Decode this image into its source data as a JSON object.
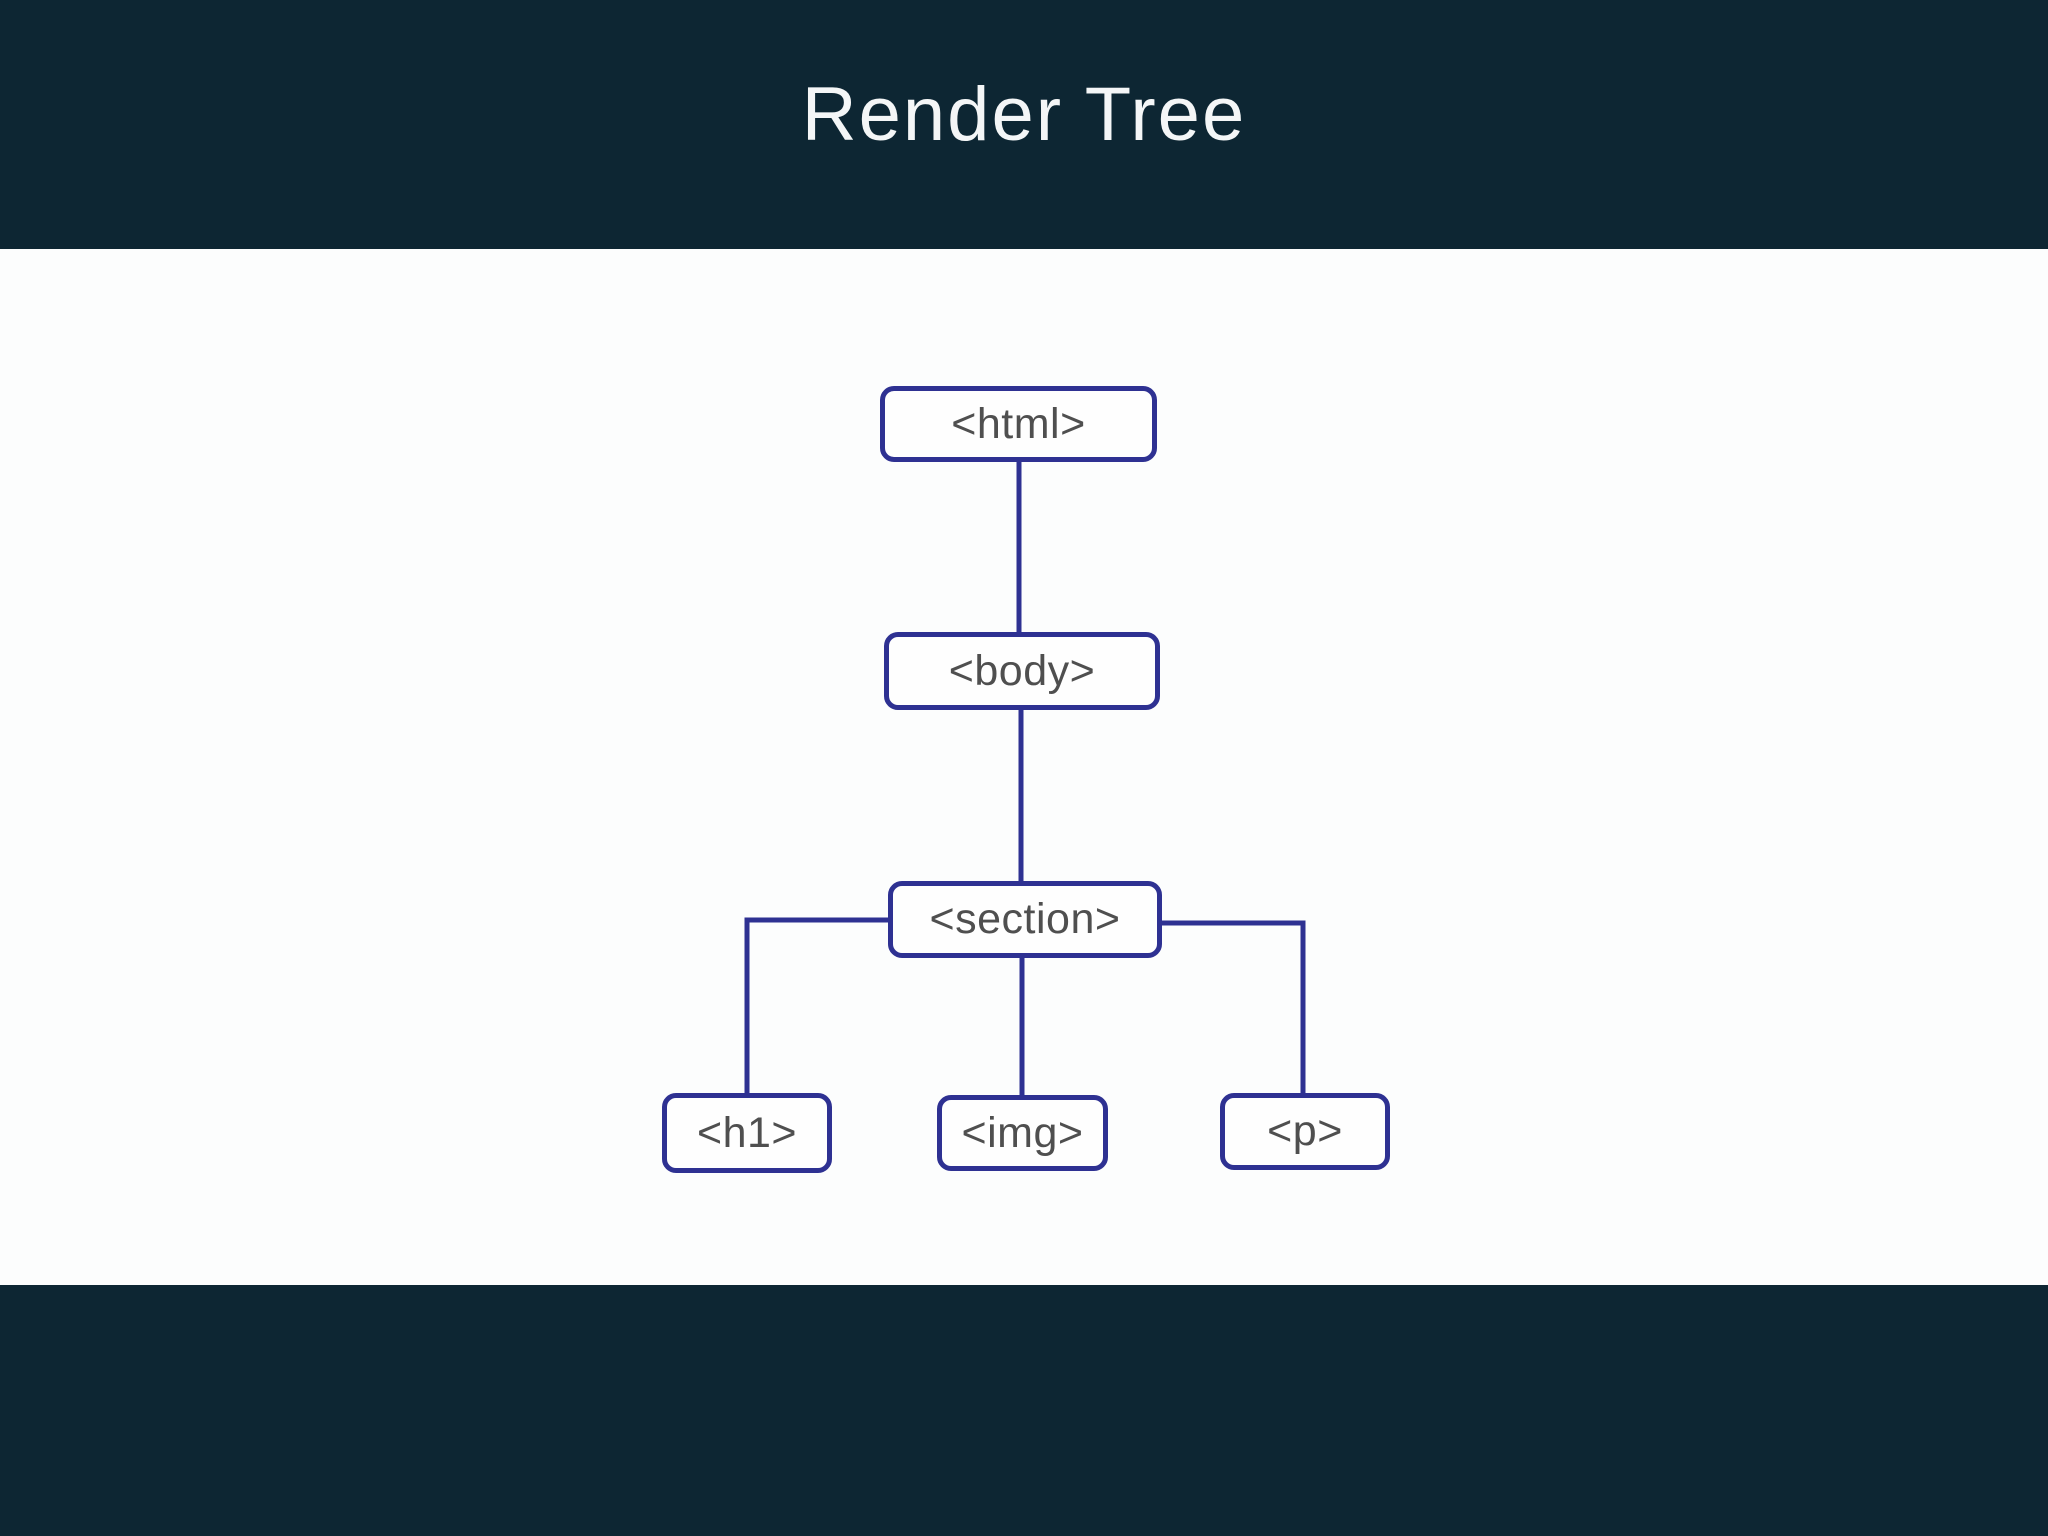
{
  "header": {
    "title": "Render Tree"
  },
  "diagram": {
    "type": "tree",
    "nodes": {
      "html": {
        "label": "<html>"
      },
      "body": {
        "label": "<body>"
      },
      "section": {
        "label": "<section>"
      },
      "h1": {
        "label": "<h1>"
      },
      "img": {
        "label": "<img>"
      },
      "p": {
        "label": "<p>"
      }
    },
    "edges": [
      {
        "from": "html",
        "to": "body"
      },
      {
        "from": "body",
        "to": "section"
      },
      {
        "from": "section",
        "to": "h1"
      },
      {
        "from": "section",
        "to": "img"
      },
      {
        "from": "section",
        "to": "p"
      }
    ]
  },
  "colors": {
    "header_bg": "#0d2633",
    "content_bg": "#fcfdfd",
    "line": "#2e3192",
    "node_bg": "#fefefe",
    "node_text": "#4f4f4f",
    "title_text": "#f4f6f7"
  }
}
